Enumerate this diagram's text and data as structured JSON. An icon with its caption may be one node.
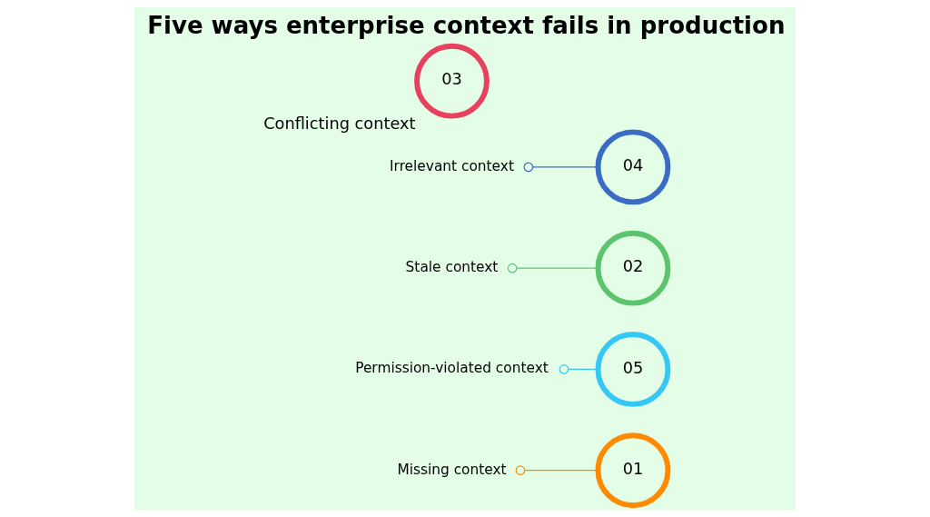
{
  "diagram": {
    "title": "Five ways enterprise context fails in production",
    "nodes": [
      {
        "text": [
          "01"
        ]
      },
      {
        "text": [
          "Missing context"
        ]
      },
      {
        "text": [
          "05"
        ]
      },
      {
        "text": [
          "Permission-violated context"
        ]
      },
      {
        "text": [
          "02"
        ]
      },
      {
        "text": [
          "Stale context"
        ]
      },
      {
        "text": [
          "04"
        ]
      },
      {
        "text": [
          "Irrelevant context"
        ]
      },
      {
        "text": [
          "03"
        ],
        "beside": [
          "Conflicting context"
        ]
      }
    ],
    "edges": [
      {
        "from": 1,
        "to": 0,
        "arrow": "other",
        "color": "#ff8a00"
      },
      {
        "from": 3,
        "to": 2,
        "arrow": "other",
        "color": "#35c8f5"
      },
      {
        "from": 5,
        "to": 4,
        "arrow": "other",
        "color": "#5cc46e"
      },
      {
        "from": 7,
        "to": 6,
        "arrow": "other",
        "color": "#3a6cc6"
      }
    ]
  }
}
